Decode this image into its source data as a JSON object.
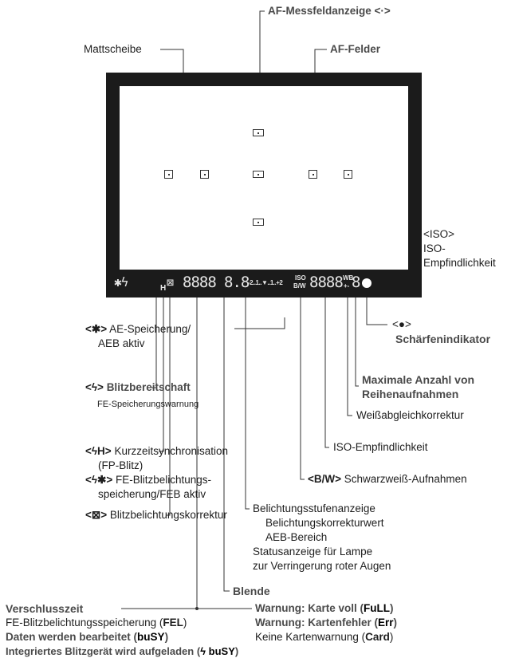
{
  "labels": {
    "af_display": "AF-Messfeldanzeige <·>",
    "matte": "Mattscheibe",
    "af_points": "AF-Felder",
    "iso_tag": "<ISO>",
    "iso_title1": "ISO-",
    "iso_title2": "Empfindlichkeit",
    "ae_glyph": "<✱>",
    "ae_text1": "AE-Speicherung/",
    "ae_text2": "AEB aktiv",
    "focus_glyph": "<●>",
    "focus_text": "Schärfenindikator",
    "flash_ready_glyph": "<ϟ>",
    "flash_ready_text": "Blitzbereitschaft",
    "fe_warn": "FE-Speicherungswarnung",
    "maxburst1": "Maximale Anzahl von",
    "maxburst2": "Reihenaufnahmen",
    "wb": "Weißabgleichkorrektur",
    "hs_glyph": "<ϟH>",
    "hs_text1": "Kurzzeitsynchronisation",
    "hs_text2": "(FP-Blitz)",
    "fel_glyph": "<ϟ✱>",
    "fel_text1": "FE-Blitzbelichtungs-",
    "fel_text2": "speicherung/FEB aktiv",
    "iso_speed": "ISO-Empfindlichkeit",
    "bw_glyph": "<B/W>",
    "bw_text": "Schwarzweiß-Aufnahmen",
    "fec_glyph": "<⊠>",
    "fec_text": "Blitzbelichtungskorrektur",
    "exp_level": "Belichtungsstufenanzeige",
    "exp_comp": "Belichtungskorrekturwert",
    "aeb_range": "AEB-Bereich",
    "redeye1": "Statusanzeige für Lampe",
    "redeye2": "zur Verringerung roter Augen",
    "aperture": "Blende",
    "shutter": "Verschlusszeit",
    "fel_msg_pre": "FE-Blitzbelichtungsspeicherung (",
    "fel_msg_code": "FEL",
    "fel_msg_post": ")",
    "busy_pre": "Daten werden bearbeitet (",
    "busy_code": "buSY",
    "busy_post": ")",
    "charging_pre": "Integriertes Blitzgerät wird aufgeladen (",
    "charging_code": "ϟ buSY",
    "charging_post": ")",
    "full_pre": "Warnung: Karte voll (",
    "full_code": "FuLL",
    "full_post": ")",
    "err_pre": "Warnung: Kartenfehler (",
    "err_code": "Err",
    "err_post": ")",
    "card_pre": "Keine Kartenwarnung (",
    "card_code": "Card",
    "card_post": ")"
  },
  "lcd": {
    "left_icons": "✱ϟ",
    "hs_small": "H",
    "fec_box": "⊠",
    "shutter_digits": "8888",
    "aperture_digits": "8.8",
    "scale": "-2..1..▼..1..+2",
    "iso_small": "ISO",
    "bw_small": "B/W",
    "iso_digits": "8888",
    "wb_small": "WB",
    "pm_small": "+-",
    "burst_digit": "8"
  }
}
